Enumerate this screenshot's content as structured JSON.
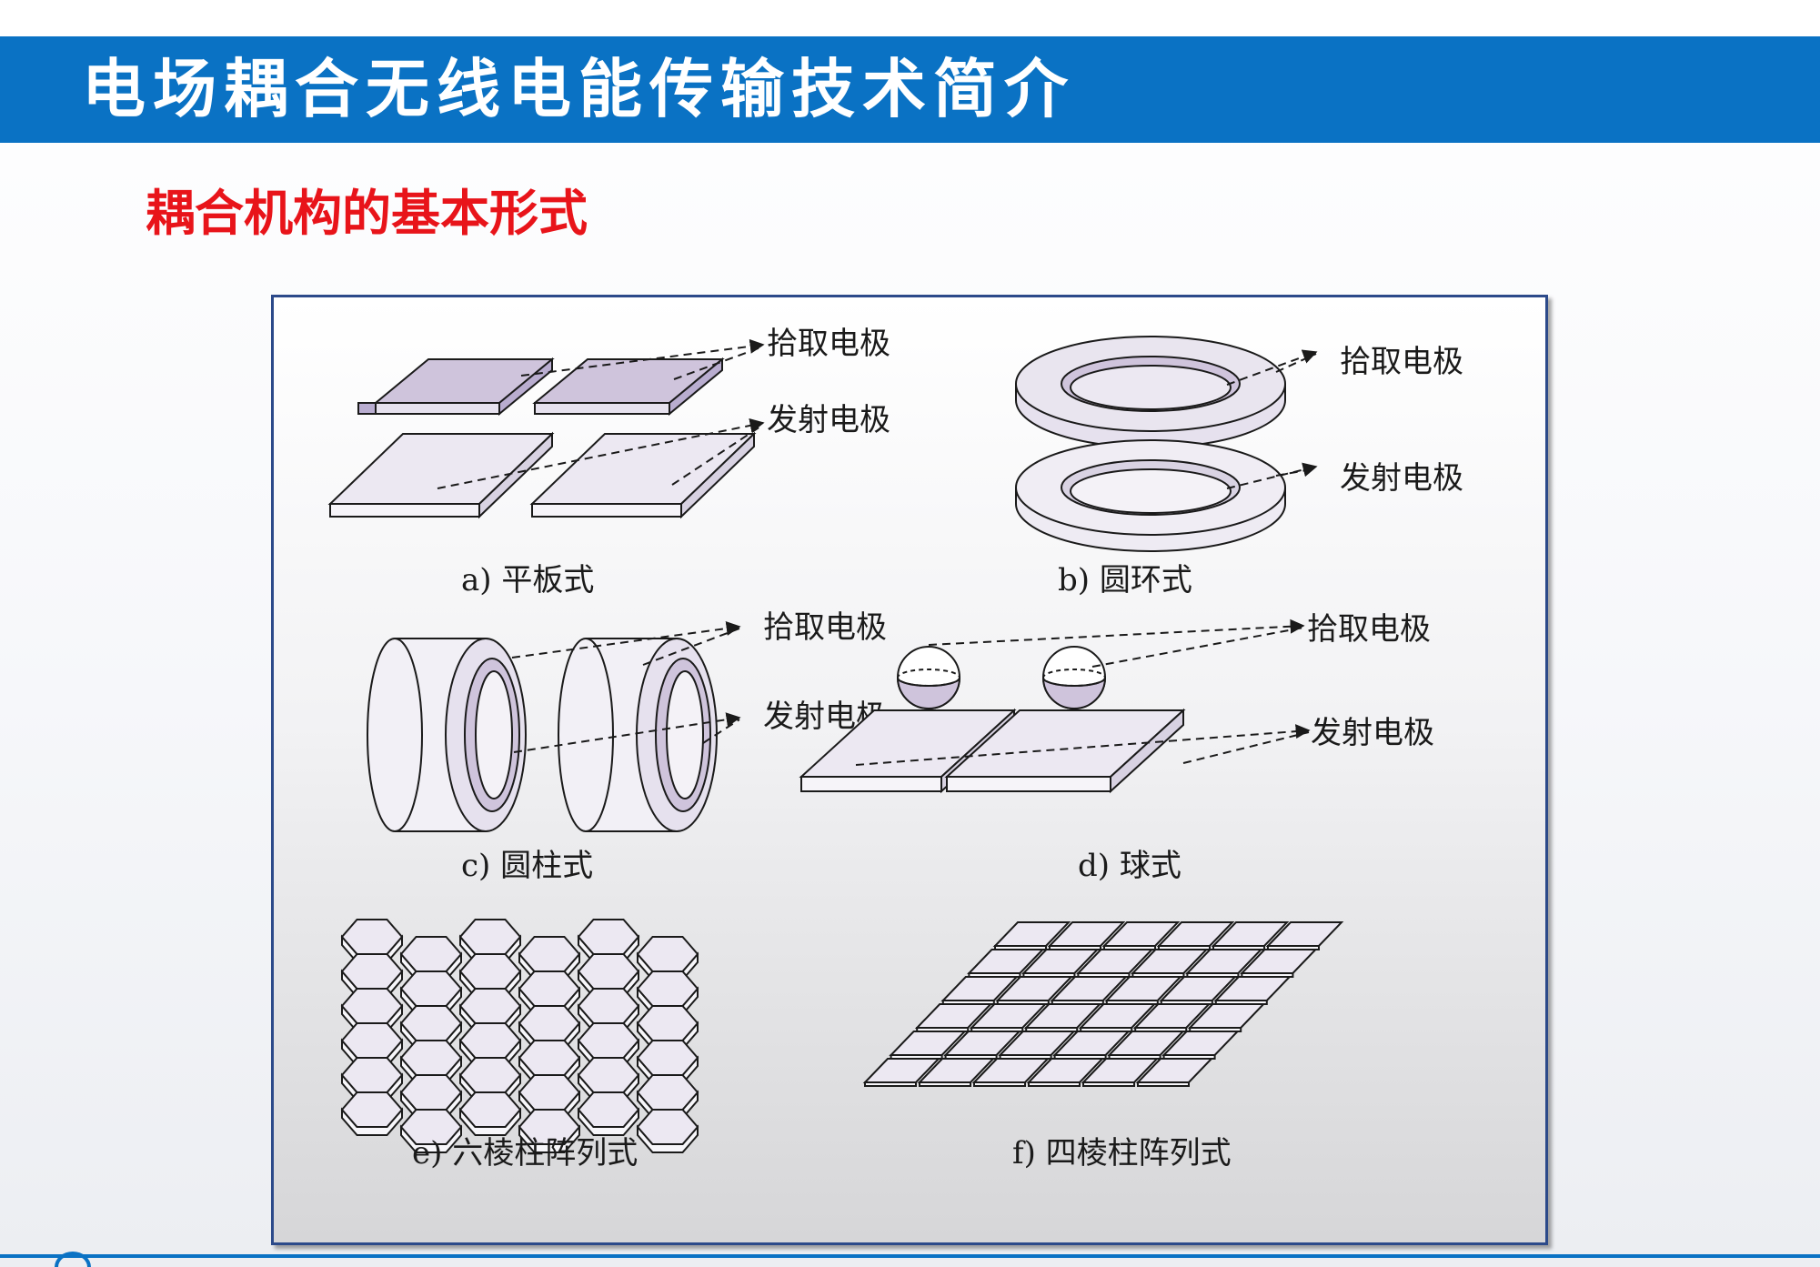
{
  "slide": {
    "title": "电场耦合无线电能传输技术简介",
    "subtitle": "耦合机构的基本形式"
  },
  "figures": {
    "a": {
      "caption": "a) 平板式",
      "label_pickup": "拾取电极",
      "label_transmit": "发射电极"
    },
    "b": {
      "caption": "b) 圆环式",
      "label_pickup": "拾取电极",
      "label_transmit": "发射电极"
    },
    "c": {
      "caption": "c) 圆柱式",
      "label_pickup": "拾取电极",
      "label_transmit": "发射电极"
    },
    "d": {
      "caption": "d) 球式",
      "label_pickup": "拾取电极",
      "label_transmit": "发射电极"
    },
    "e": {
      "caption": "e) 六棱柱阵列式",
      "rows": 6,
      "cols": 6
    },
    "f": {
      "caption": "f) 四棱柱阵列式",
      "rows": 6,
      "cols": 6
    }
  },
  "colors": {
    "title_bar": "#0a72c4",
    "subtitle": "#e8141a",
    "panel_border": "#2c4a8a",
    "electrode_pickup": "#cfc4dc",
    "electrode_transmit": "#ece8f2",
    "outline": "#1a1a1a"
  }
}
